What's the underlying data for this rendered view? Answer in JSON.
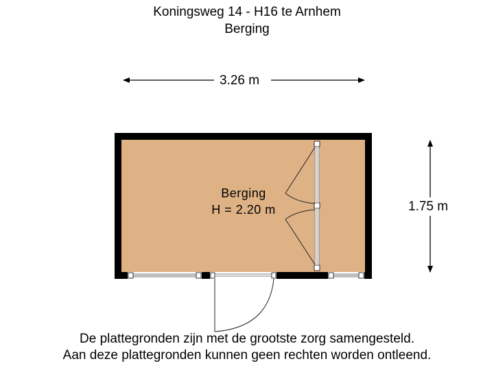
{
  "header": {
    "address": "Koningsweg 14 - H16 te Arnhem",
    "floor": "Berging"
  },
  "dimensions": {
    "width": "3.26 m",
    "height": "1.75 m"
  },
  "rooms": [
    {
      "name": "Berging",
      "height_label": "H = 2.20 m"
    }
  ],
  "colors": {
    "floor_fill": "#DFB286",
    "wall": "#000000",
    "frame": "#FFFFFF"
  },
  "footer": {
    "line1": "De plattegronden zijn met de grootste zorg samengesteld.",
    "line2": "Aan deze plattegronden kunnen geen rechten worden ontleend."
  }
}
